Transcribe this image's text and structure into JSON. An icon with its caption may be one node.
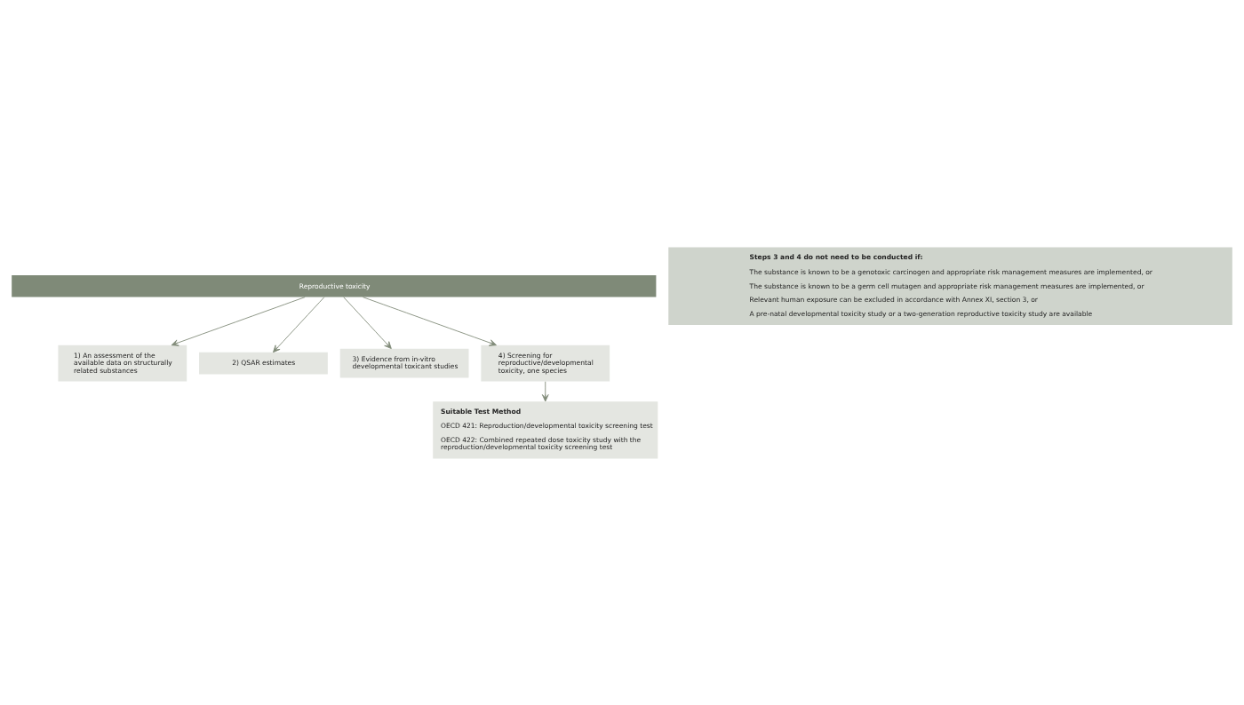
{
  "diagram": {
    "nodes": [
      {
        "text": [
          "Reproductive toxicity"
        ]
      },
      {
        "text": [
          "1) An assessment of the available data on structurally related substances"
        ]
      },
      {
        "text": [
          "2) QSAR estimates"
        ]
      },
      {
        "text": [
          "3) Evidence from in-vitro developmental toxicant studies"
        ]
      },
      {
        "text": [
          "4) Screening for reproductive/developmental toxicity, one species"
        ]
      },
      {
        "text": [
          "Suitable Test Method",
          "OECD 421: Reproduction/developmental toxicity screening test",
          "OECD 422: Combined repeated dose toxicity study with the reproduction/developmental toxicity screening test"
        ]
      },
      {
        "text": [
          "Steps 3 and 4 do not need to be conducted if:",
          "The substance is known to be a genotoxic carcinogen and appropriate risk management measures are implemented, or",
          "The substance is known to be a germ cell mutagen and appropriate risk management measures are implemented, or",
          "Relevant human exposure can be excluded in accordance with Annex XI, section 3, or",
          "A pre-natal developmental toxicity study or a two-generation reproductive toxicity study are available"
        ]
      }
    ],
    "edges": [
      {
        "from": 0,
        "to": 1,
        "arrow": "to"
      },
      {
        "from": 0,
        "to": 2,
        "arrow": "to"
      },
      {
        "from": 0,
        "to": 3,
        "arrow": "to"
      },
      {
        "from": 0,
        "to": 4,
        "arrow": "to"
      },
      {
        "from": 4,
        "to": 5,
        "arrow": "to"
      }
    ]
  }
}
